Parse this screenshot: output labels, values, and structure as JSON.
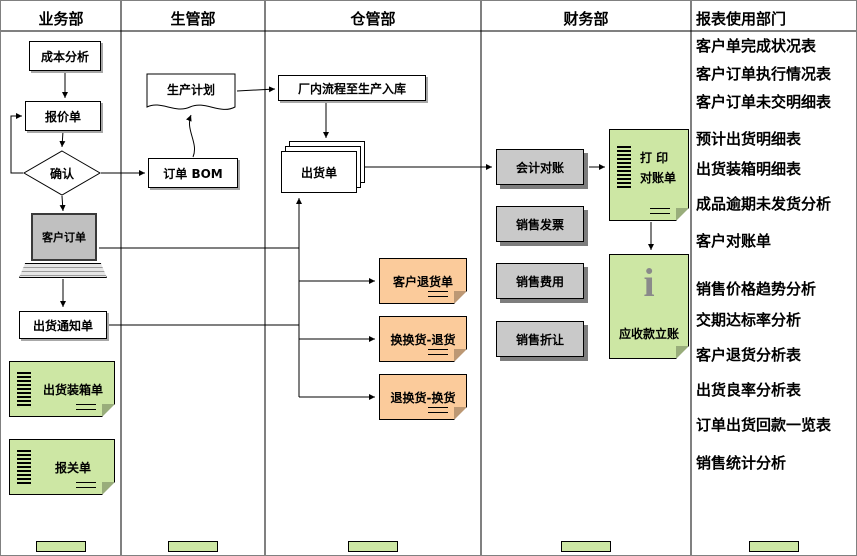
{
  "lanes": [
    "业务部",
    "生管部",
    "仓管部",
    "财务部",
    "报表使用部门"
  ],
  "nodes": {
    "cost_analysis": "成本分析",
    "quotation": "报价单",
    "confirm": "确认",
    "order_bom": "订单 BOM",
    "production_plan": "生产计划",
    "customer_order": "客户订单",
    "shipping_notice": "出货通知单",
    "packing_list": "出货装箱单",
    "customs_declaration": "报关单",
    "factory_flow": "厂内流程至生产入库",
    "shipping_order": "出货单",
    "customer_return": "客户退货单",
    "exchange_return": "换换货-退货",
    "return_exchange": "退换货-换货",
    "accounting_recon": "会计对账",
    "sales_invoice": "销售发票",
    "sales_expense": "销售费用",
    "sales_allowance": "销售折让",
    "print_line1": "打 印",
    "print_line2": "对账单",
    "receivables": "应收款立账",
    "info_icon_glyph": "i"
  },
  "reports": [
    "客户单完成状况表",
    "客户订单执行情况表",
    "客户订单未交明细表",
    "预计出货明细表",
    "出货装箱明细表",
    "成品逾期未发货分析",
    "客户对账单",
    "销售价格趋势分析",
    "交期达标率分析",
    "客户退货分析表",
    "出货良率分析表",
    "订单出货回款一览表",
    "销售统计分析"
  ],
  "colors": {
    "note_green": "#cde7a4",
    "note_orange": "#fbcb9b",
    "process_gray": "#c9c9c9",
    "screen_gray": "#c0c0c0",
    "wire_black": "#000000"
  }
}
